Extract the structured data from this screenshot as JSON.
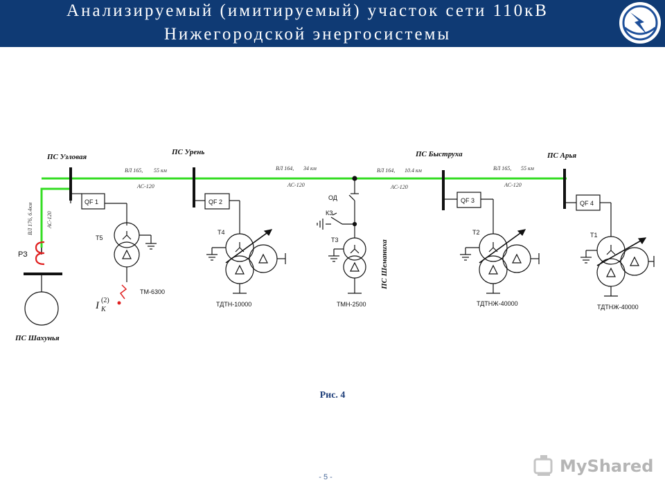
{
  "header": {
    "title_line1": "Анализируемый (имитируемый) участок сети 110кВ",
    "title_line2": "Нижегородской энергосистемы"
  },
  "substations": {
    "uzlovaya": "ПС Узловая",
    "uren": "ПС Урень",
    "bystrukha": "ПС Быструха",
    "arya": "ПС Арья",
    "shakhunya": "ПС Шахунья",
    "shemanikha": "ПС Шеманиха"
  },
  "lines": {
    "seg1_name": "ВЛ 165,",
    "seg1_len": "55 км",
    "seg1_wire": "АС-120",
    "seg2_name": "ВЛ 164,",
    "seg2_len": "34 км",
    "seg2_wire": "АС-120",
    "seg3_name": "ВЛ 164,",
    "seg3_len": "10.4 км",
    "seg3_wire": "АС-120",
    "seg4_name": "ВЛ 165,",
    "seg4_len": "55 км",
    "seg4_wire": "АС-120",
    "branch_name": "ВЛ 176, 6.4км",
    "branch_wire": "АС-120"
  },
  "breakers": {
    "qf1": "QF 1",
    "qf2": "QF 2",
    "qf3": "QF 3",
    "qf4": "QF 4"
  },
  "transformers": {
    "t5": "T5",
    "t4": "T4",
    "t3": "T3",
    "t2": "T2",
    "t1": "T1",
    "t5_type": "ТМ-6300",
    "t4_type": "ТДТН-10000",
    "t3_type": "ТМН-2500",
    "t2_type": "ТДТНЖ-40000",
    "t1_type": "ТДТНЖ-40000"
  },
  "devices": {
    "separator": "ОД",
    "short_circuiter": "КЗ",
    "reactor": "РЗ",
    "fault_current_main": "I",
    "fault_current_sub": "K",
    "fault_current_sup": "(2)"
  },
  "colors": {
    "line_green": "#33dd22",
    "header_bg": "#0f3a74",
    "fault_red": "#e02020"
  },
  "caption": "Рис. 4",
  "page_number": "- 5 -",
  "watermark": "MyShared"
}
